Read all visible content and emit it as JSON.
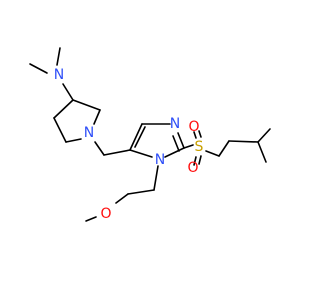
{
  "colors": {
    "background": "#ffffff",
    "bond": "#000000",
    "nitrogen": "#3050F8",
    "oxygen": "#FF0D0D",
    "sulfur": "#C8A000"
  },
  "atoms": {
    "n_dimethylamino": "N",
    "n_pyrrolidine": "N",
    "n_imidazole_ring": "N",
    "n_imidazole_substituted": "N",
    "s_sulfonyl": "S",
    "o_sulfonyl_top": "O",
    "o_sulfonyl_bottom": "O",
    "o_methoxy": "O"
  }
}
